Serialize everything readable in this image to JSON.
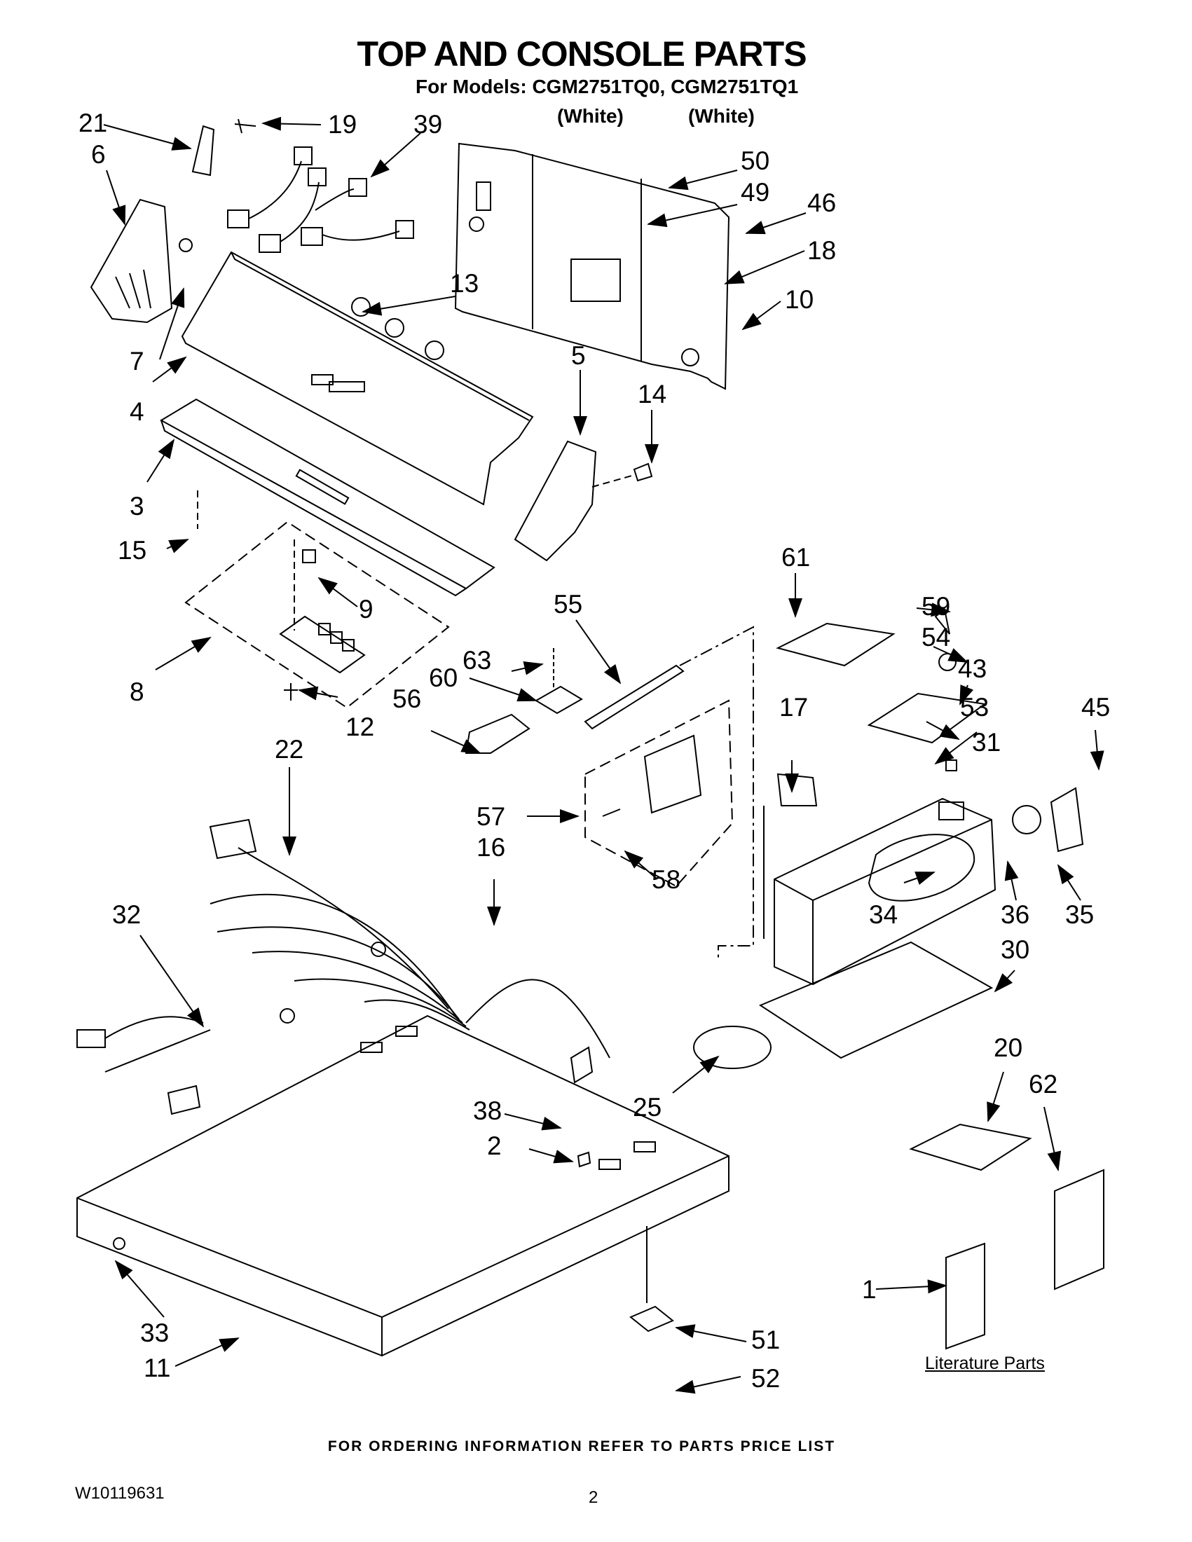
{
  "title": "TOP AND CONSOLE PARTS",
  "models_line": "For Models: CGM2751TQ0, CGM2751TQ1",
  "model_colors": [
    "(White)",
    "(White)"
  ],
  "literature_label": "Literature Parts",
  "footer_order": "FOR ORDERING INFORMATION REFER TO PARTS PRICE LIST",
  "doc_number": "W10119631",
  "page_number": "2",
  "callouts": [
    "21",
    "19",
    "39",
    "6",
    "50",
    "49",
    "46",
    "18",
    "10",
    "13",
    "7",
    "4",
    "5",
    "14",
    "3",
    "15",
    "9",
    "8",
    "12",
    "61",
    "55",
    "59",
    "63",
    "54",
    "43",
    "60",
    "56",
    "17",
    "53",
    "45",
    "31",
    "22",
    "57",
    "16",
    "58",
    "34",
    "36",
    "35",
    "32",
    "30",
    "25",
    "20",
    "62",
    "38",
    "2",
    "1",
    "33",
    "11",
    "51",
    "52"
  ]
}
